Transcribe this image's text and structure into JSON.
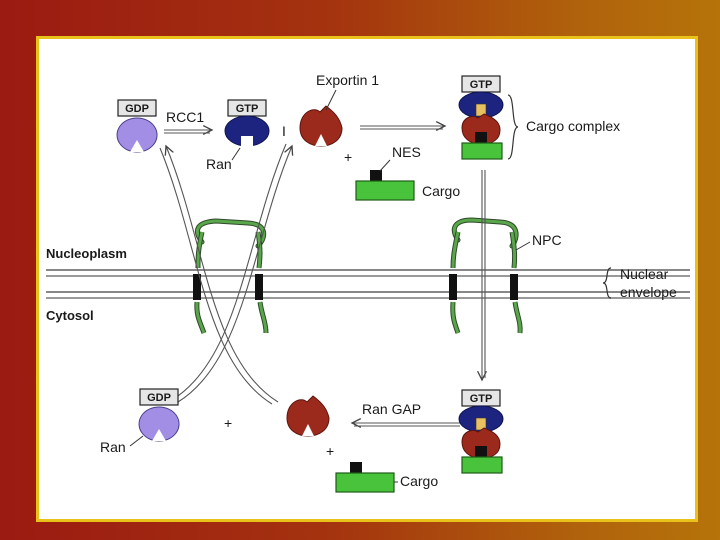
{
  "labels": {
    "gdp": "GDP",
    "gtp": "GTP",
    "rcc1": "RCC1",
    "ran": "Ran",
    "exportin": "Exportin 1",
    "nes": "NES",
    "cargo": "Cargo",
    "cargo_complex": "Cargo complex",
    "npc": "NPC",
    "nucleoplasm": "Nucleoplasm",
    "cytosol": "Cytosol",
    "nuclear": "Nuclear",
    "envelope": "envelope",
    "ran_gap": "Ran GAP",
    "plus": "+"
  },
  "colors": {
    "ran_gdp": "#a38ee6",
    "ran_gtp": "#1d2480",
    "exportin": "#9c2a1c",
    "cargo": "#49c23c",
    "npc": "#5aa64a",
    "membrane": "#8e8e8e",
    "border": "#e8c21a"
  }
}
